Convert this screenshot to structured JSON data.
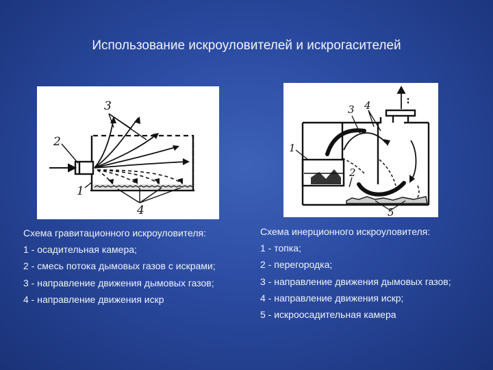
{
  "slide": {
    "title": "Использование искроуловителей и искрогасителей"
  },
  "left_figure": {
    "labels": {
      "n1": "1",
      "n2": "2",
      "n3": "3",
      "n4": "4"
    }
  },
  "right_figure": {
    "labels": {
      "n1": "1",
      "n2": "2",
      "n3": "3",
      "n4": "4",
      "n5": "5"
    }
  },
  "left_caption": {
    "heading": "Схема гравитационного искроуловителя:",
    "lines": [
      "1 - осадительная камера;",
      "2 - смесь потока дымовых газов с искрами;",
      "3 - направление движения дымовых газов;",
      "4 - направление движения искр"
    ]
  },
  "right_caption": {
    "heading": "Схема инерционного искроуловителя:",
    "lines": [
      "1 - топка;",
      "2 - перегородка;",
      "3 - направление движения дымовых газов;",
      "4 -  направление движения искр;",
      "5 - искроосадительная камера"
    ]
  }
}
